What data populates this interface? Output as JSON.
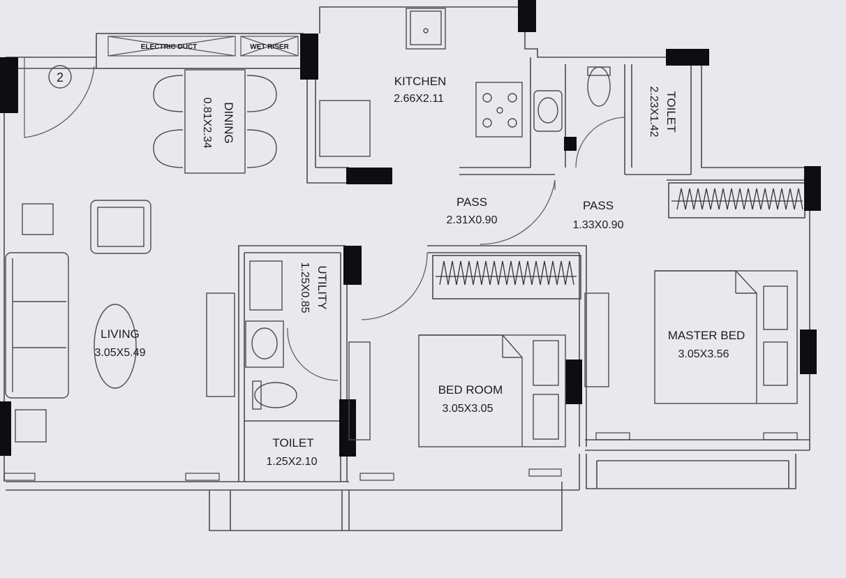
{
  "unit_marker": "2",
  "ducts": {
    "electric": "ELECTRIC DUCT",
    "wet_riser": "WET RISER"
  },
  "rooms": {
    "kitchen": {
      "name": "KITCHEN",
      "dims": "2.66X2.11"
    },
    "dining": {
      "name": "DINING",
      "dims": "0.81X2.34"
    },
    "toilet_top": {
      "name": "TOILET",
      "dims": "2.23X1.42"
    },
    "pass_left": {
      "name": "PASS",
      "dims": "2.31X0.90"
    },
    "pass_right": {
      "name": "PASS",
      "dims": "1.33X0.90"
    },
    "utility": {
      "name": "UTILITY",
      "dims": "1.25X0.85"
    },
    "living": {
      "name": "LIVING",
      "dims": "3.05X5.49"
    },
    "bed_room": {
      "name": "BED ROOM",
      "dims": "3.05X3.05"
    },
    "master_bed": {
      "name": "MASTER BED",
      "dims": "3.05X3.56"
    },
    "toilet_bottom": {
      "name": "TOILET",
      "dims": "1.25X2.10"
    }
  }
}
